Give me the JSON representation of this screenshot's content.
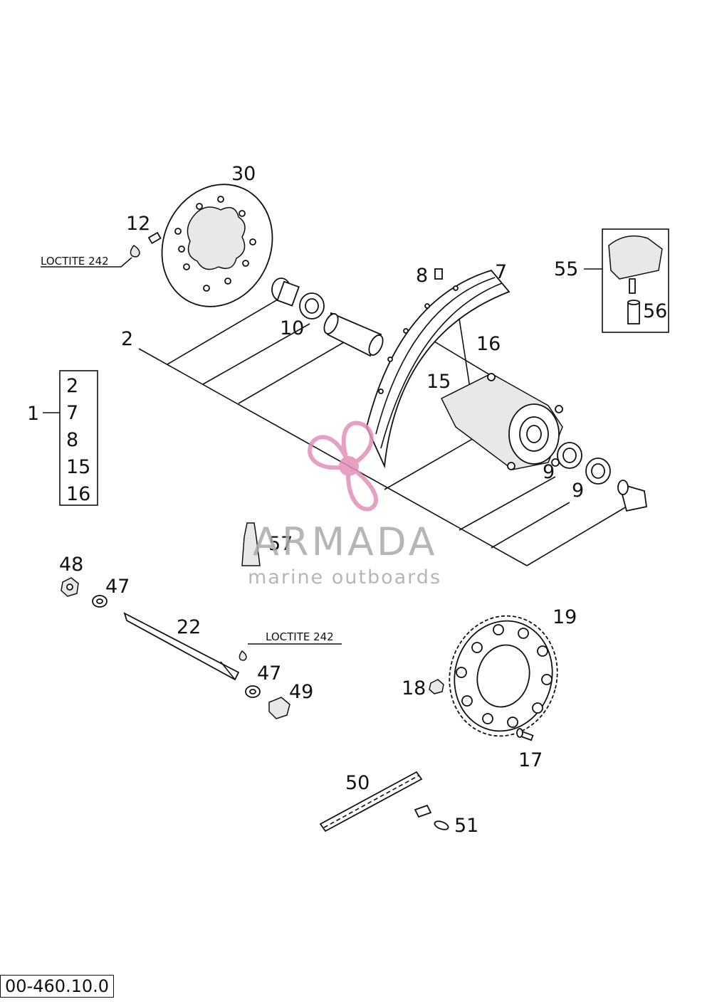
{
  "diagram": {
    "callouts": {
      "c30": "30",
      "c12": "12",
      "c10": "10",
      "c2": "2",
      "c8": "8",
      "c7": "7",
      "c16": "16",
      "c15": "15",
      "c55": "55",
      "c56": "56",
      "c9a": "9",
      "c9b": "9",
      "c1": "1",
      "c57": "57",
      "c48": "48",
      "c47a": "47",
      "c22": "22",
      "c47b": "47",
      "c49": "49",
      "c19": "19",
      "c18": "18",
      "c17": "17",
      "c50": "50",
      "c51": "51"
    },
    "kit_items": [
      "2",
      "7",
      "8",
      "15",
      "16"
    ],
    "notes": {
      "loctite_top": "LOCTITE 242",
      "loctite_bottom": "LOCTITE 242"
    },
    "drawing_code": "00-460.10.0"
  },
  "watermark": {
    "brand": "ARMADA",
    "tagline": "marine outboards",
    "logo_color": "#e38fb8",
    "text_color": "#aaaaaa"
  }
}
